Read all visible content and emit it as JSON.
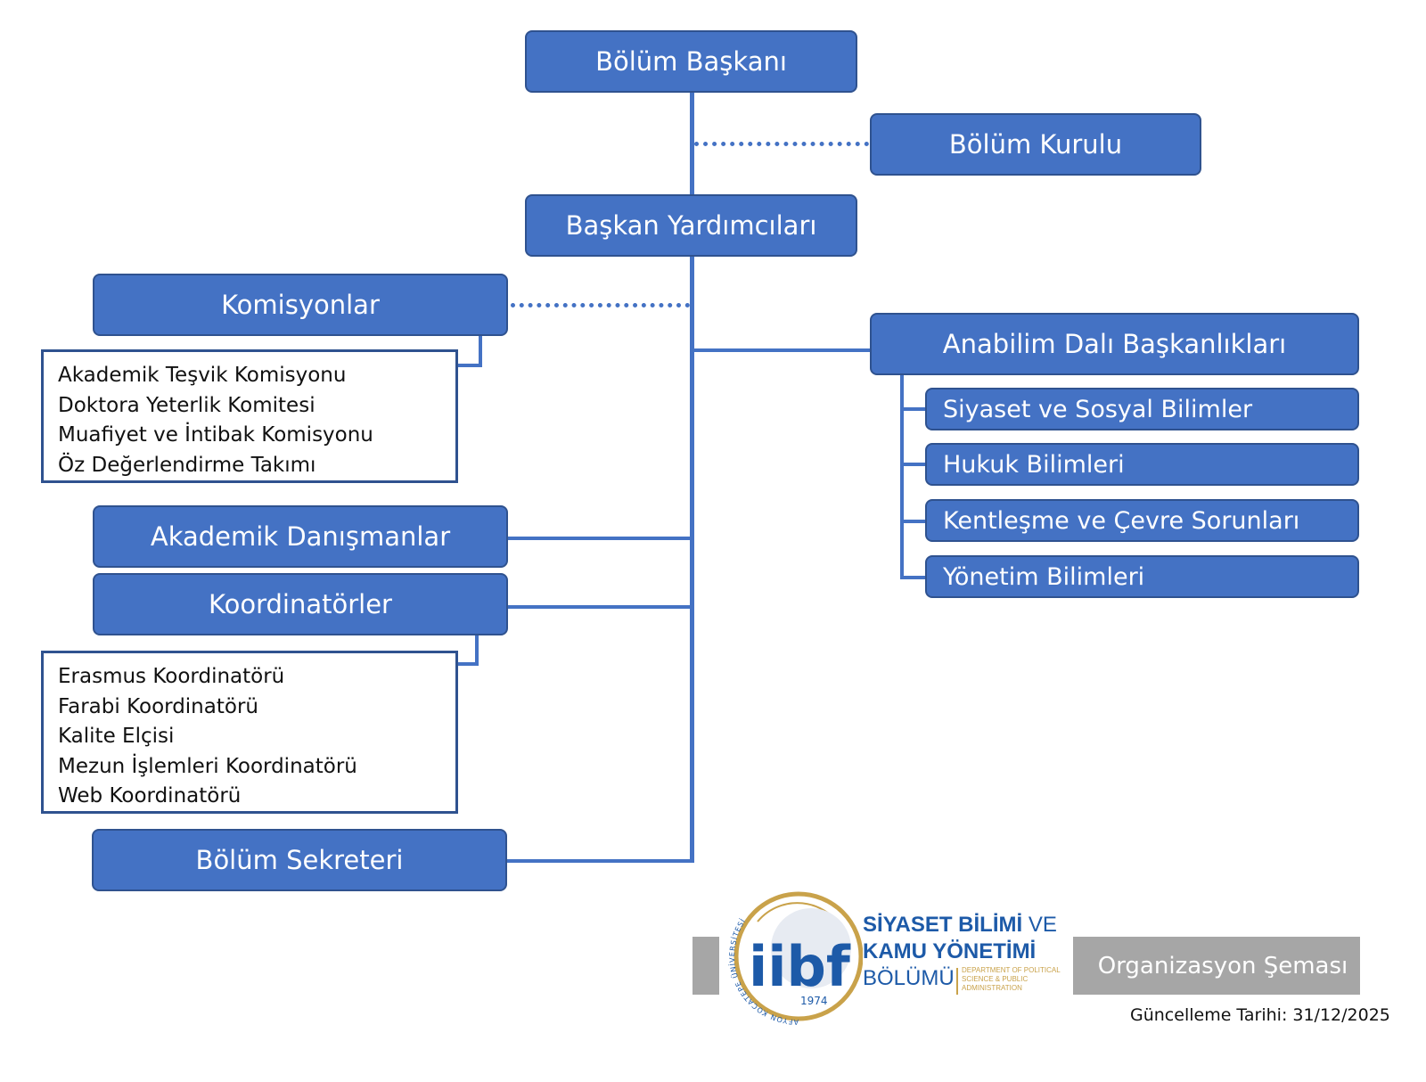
{
  "top": {
    "head": "Bölüm Başkanı",
    "council": "Bölüm Kurulu",
    "deputies": "Başkan Yardımcıları"
  },
  "left": {
    "commissions": "Komisyonlar",
    "commission_items": [
      "Akademik Teşvik Komisyonu",
      "Doktora Yeterlik Komitesi",
      "Muafiyet ve İntibak Komisyonu",
      "Öz Değerlendirme Takımı"
    ],
    "advisors": "Akademik Danışmanlar",
    "coordinators": "Koordinatörler",
    "coordinator_items": [
      "Erasmus Koordinatörü",
      "Farabi Koordinatörü",
      "Kalite Elçisi",
      "Mezun İşlemleri Koordinatörü",
      "Web Koordinatörü"
    ],
    "secretary": "Bölüm Sekreteri"
  },
  "right": {
    "divisions": "Anabilim Dalı Başkanlıkları",
    "division_items": [
      "Siyaset ve Sosyal Bilimler",
      "Hukuk Bilimleri",
      "Kentleşme ve Çevre Sorunları",
      "Yönetim Bilimleri"
    ]
  },
  "footer": {
    "logo": {
      "line1": "SİYASET BİLİMİ",
      "line1b": "VE",
      "line2": "KAMU YÖNETİMİ",
      "line3": "BÖLÜMÜ",
      "english": [
        "DEPARTMENT OF POLITICAL",
        "SCIENCE & PUBLIC",
        "ADMINISTRATION"
      ],
      "emblem": "iibf",
      "ring_text": "AFYON KOCATEPE ÜNİVERSİTESİ",
      "year": "1974"
    },
    "title": "Organizasyon Şeması",
    "updated": "Güncelleme Tarihi: 31/12/2025"
  },
  "colors": {
    "box_fill": "#4472c4",
    "box_border": "#2f528f",
    "footer_grey": "#a6a6a6",
    "logo_navy": "#1d5aa8",
    "logo_gold": "#c9a24a"
  }
}
